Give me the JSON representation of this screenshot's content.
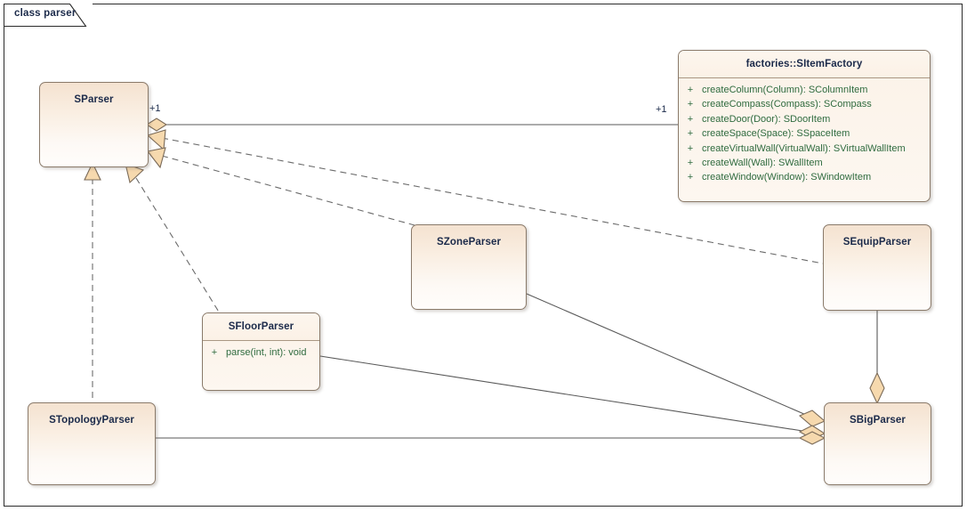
{
  "frame": {
    "label": "class parser"
  },
  "classes": [
    {
      "id": "sparser",
      "name": "SParser",
      "members": []
    },
    {
      "id": "sitemfactory",
      "name": "factories::SItemFactory",
      "members": [
        {
          "visibility": "+",
          "signature": "createColumn(Column): SColumnItem"
        },
        {
          "visibility": "+",
          "signature": "createCompass(Compass): SCompass"
        },
        {
          "visibility": "+",
          "signature": "createDoor(Door): SDoorItem"
        },
        {
          "visibility": "+",
          "signature": "createSpace(Space): SSpaceItem"
        },
        {
          "visibility": "+",
          "signature": "createVirtualWall(VirtualWall): SVirtualWallItem"
        },
        {
          "visibility": "+",
          "signature": "createWall(Wall): SWallItem"
        },
        {
          "visibility": "+",
          "signature": "createWindow(Window): SWindowItem"
        }
      ]
    },
    {
      "id": "szoneparser",
      "name": "SZoneParser",
      "members": []
    },
    {
      "id": "sequipparser",
      "name": "SEquipParser",
      "members": []
    },
    {
      "id": "sfloorparser",
      "name": "SFloorParser",
      "members": [
        {
          "visibility": "+",
          "signature": "parse(int, int): void"
        }
      ]
    },
    {
      "id": "stopologyparser",
      "name": "STopologyParser",
      "members": []
    },
    {
      "id": "sbigparser",
      "name": "SBigParser",
      "members": []
    }
  ],
  "multiplicities": [
    {
      "id": "sparser-mult",
      "text": "+1"
    },
    {
      "id": "sitemfactory-mult",
      "text": "+1"
    }
  ],
  "colors": {
    "class_border": "#8a7a6a",
    "class_fill_top": "#f4e2d0",
    "class_fill_bottom": "#fffdfb",
    "title_text": "#1b2a4a",
    "member_text": "#2f6b3f",
    "connector": "#5a5a5a",
    "diamond_fill": "#f6d9ae",
    "frame_border": "#2b2b2b"
  }
}
